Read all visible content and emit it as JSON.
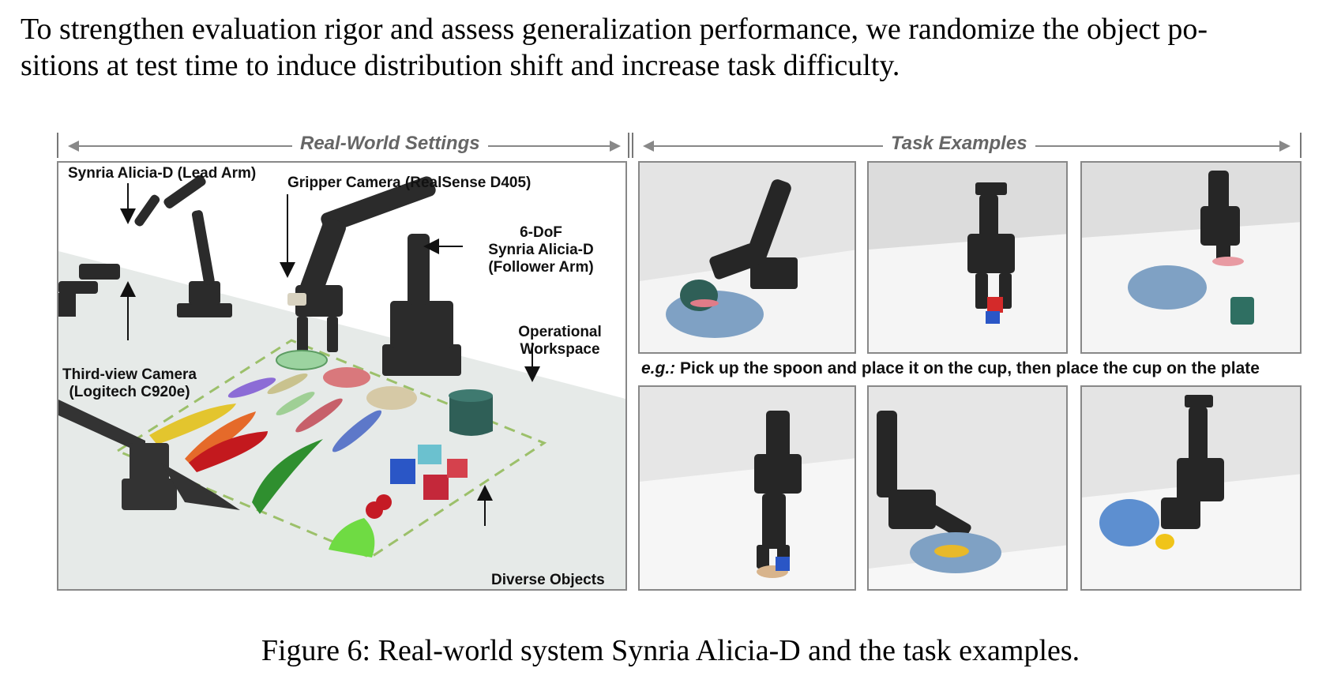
{
  "intro": {
    "line1": "To strengthen evaluation rigor and assess generalization performance, we randomize the object po-",
    "line2": "sitions at test time to induce distribution shift and increase task difficulty."
  },
  "figure": {
    "left_title": "Real-World Settings",
    "right_title": "Task Examples",
    "labels": {
      "lead_arm": "Synria Alicia-D (Lead Arm)",
      "gripper_camera": "Gripper Camera (RealSense D405)",
      "follower_line1": "6-DoF",
      "follower_line2": "Synria Alicia-D",
      "follower_line3": "(Follower Arm)",
      "workspace_line1": "Operational",
      "workspace_line2": "Workspace",
      "third_view_line1": "Third-view Camera",
      "third_view_line2": "(Logitech C920e)",
      "diverse_objects": "Diverse Objects"
    },
    "task_caption_prefix": "e.g.:",
    "task_caption_text": "Pick up the spoon and place it on the cup, then place the cup on the plate",
    "caption": "Figure 6: Real-world system Synria Alicia-D and the task examples."
  },
  "colors": {
    "robot": "#2b2b2b",
    "bowl_blue": "#7fa1c4",
    "cup_green": "#2f5f57",
    "dashed_workspace": "#9cc06a",
    "frame_gray": "#888888"
  }
}
